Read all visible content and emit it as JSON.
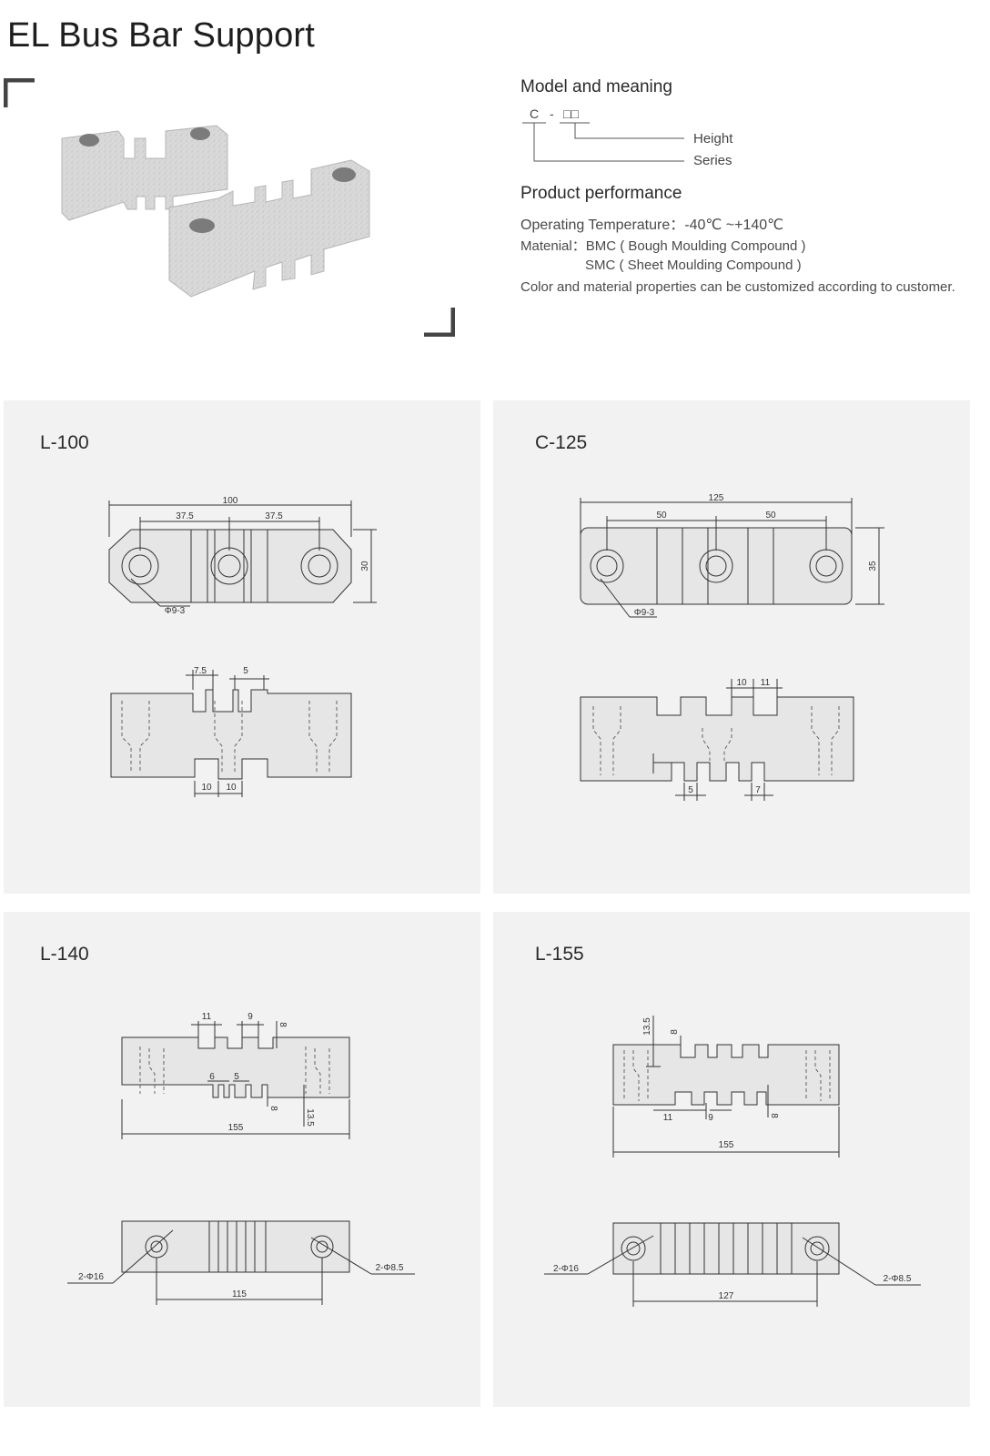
{
  "page": {
    "title": "EL Bus Bar Support"
  },
  "model": {
    "heading": "Model and meaning",
    "code_prefix": "C",
    "code_dash": "-",
    "code_boxes": "□□",
    "labels": [
      "Height",
      "Series"
    ]
  },
  "performance": {
    "heading": "Product performance",
    "operating_temp": "Operating Temperature：-40℃ ~+140℃",
    "material_1": "Matenial：BMC ( Bough Moulding Compound )",
    "material_2": "SMC ( Sheet Moulding Compound )",
    "custom_note": "Color and material properties can be customized according to customer."
  },
  "panels": {
    "l100": {
      "label": "L-100",
      "dims": {
        "total": "100",
        "left": "37.5",
        "right": "37.5",
        "height": "30",
        "hole": "Φ9-3",
        "slot_a": "7.5",
        "slot_b": "5",
        "bot_a": "10",
        "bot_b": "10"
      }
    },
    "c125": {
      "label": "C-125",
      "dims": {
        "total": "125",
        "left": "50",
        "right": "50",
        "height": "35",
        "hole": "Φ9-3",
        "slot_a": "10",
        "slot_b": "11",
        "bot_a": "5",
        "bot_b": "7"
      }
    },
    "l140": {
      "label": "L-140",
      "dims": {
        "top_a": "11",
        "top_b": "9",
        "top_h": "8",
        "mid_a": "6",
        "mid_b": "5",
        "bot_h": "8",
        "bot_h2": "13.5",
        "length": "155",
        "hole_left": "2-Φ16",
        "hole_right": "2-Φ8.5",
        "pitch": "115"
      }
    },
    "l155": {
      "label": "L-155",
      "dims": {
        "top_h": "13.5",
        "top_h2": "8",
        "bot_a": "11",
        "bot_b": "9",
        "bot_h": "8",
        "length": "155",
        "hole_left": "2-Φ16",
        "hole_right": "2-Φ8.5",
        "pitch": "127"
      }
    }
  },
  "colors": {
    "panel_bg": "#f2f2f2",
    "part_fill": "#e6e6e6",
    "line": "#333333",
    "accent": "#555555"
  }
}
